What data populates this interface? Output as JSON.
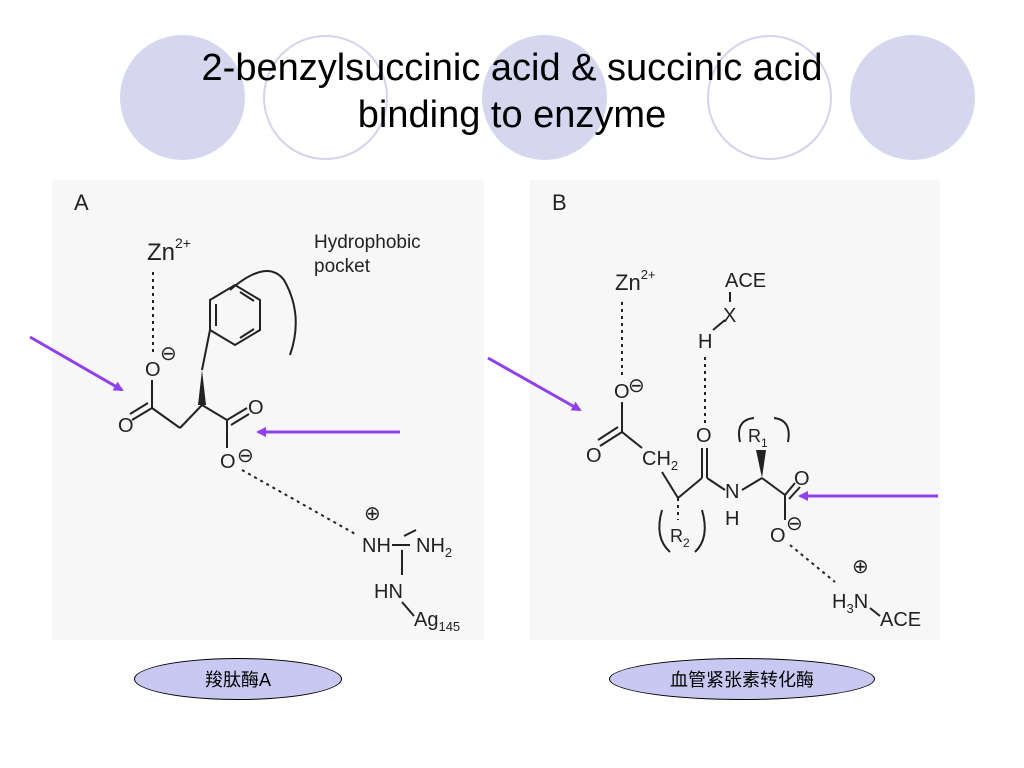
{
  "slide": {
    "title_line1": "2-benzylsuccinic acid & succinic acid",
    "title_line2": "binding to enzyme"
  },
  "panel_a": {
    "label": "A",
    "zn": "Zn",
    "zn_charge": "2+",
    "pocket_line1": "Hydrophobic",
    "pocket_line2": "pocket",
    "o_top": "O",
    "o_left": "O",
    "o_right": "O",
    "o_bottom": "O",
    "minus": "⊖",
    "plus": "⊕",
    "nh": "NH",
    "nh2": "NH",
    "nh2_sub": "2",
    "hn": "HN",
    "arg": "Ag",
    "arg_sub": "145",
    "caption": "羧肽酶A"
  },
  "panel_b": {
    "label": "B",
    "zn": "Zn",
    "zn_charge": "2+",
    "ace_top": "ACE",
    "x": "X",
    "h": "H",
    "o_top": "O",
    "o_left": "O",
    "o_mid": "O",
    "o_right": "O",
    "o_bottom": "O",
    "ch2": "CH",
    "ch2_sub": "2",
    "r1": "R",
    "r1_sub": "1",
    "r2": "R",
    "r2_sub": "2",
    "n": "N",
    "nh_h": "H",
    "minus": "⊖",
    "plus": "⊕",
    "h3n_h": "H",
    "h3n_sub": "3",
    "h3n_n": "N",
    "ace_bottom": "ACE",
    "caption": "血管紧张素转化酶"
  },
  "colors": {
    "arrow": "#9040ee",
    "caption_fill": "#c8c8f2",
    "circle_fill": "#d6d6ef"
  }
}
